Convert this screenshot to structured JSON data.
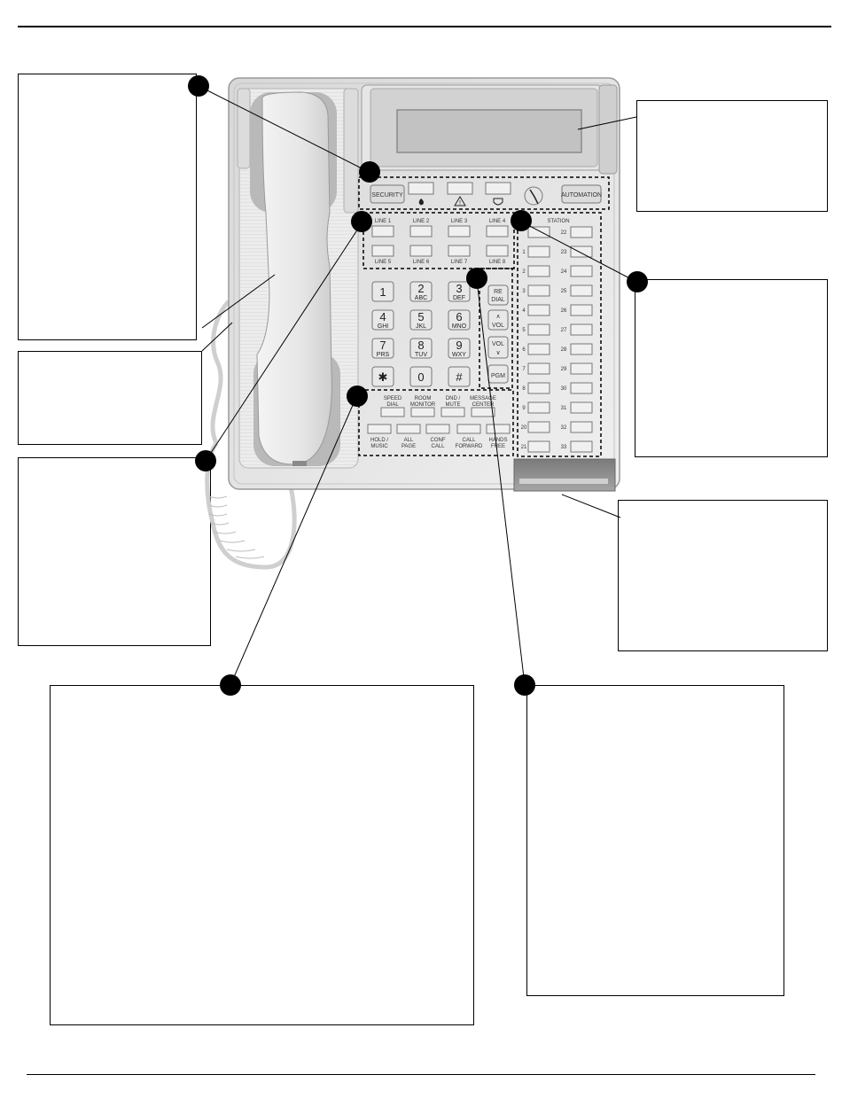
{
  "phone": {
    "top_row": {
      "security": "SECURITY",
      "automation": "AUTOMATION"
    },
    "lines": [
      "LINE 1",
      "LINE 2",
      "LINE 3",
      "LINE 4",
      "LINE 5",
      "LINE 6",
      "LINE 7",
      "LINE 8"
    ],
    "keypad": [
      {
        "digit": "1",
        "letters": ""
      },
      {
        "digit": "2",
        "letters": "ABC"
      },
      {
        "digit": "3",
        "letters": "DEF"
      },
      {
        "digit": "4",
        "letters": "GHI"
      },
      {
        "digit": "5",
        "letters": "JKL"
      },
      {
        "digit": "6",
        "letters": "MNO"
      },
      {
        "digit": "7",
        "letters": "PRS"
      },
      {
        "digit": "8",
        "letters": "TUV"
      },
      {
        "digit": "9",
        "letters": "WXY"
      },
      {
        "digit": "✱",
        "letters": ""
      },
      {
        "digit": "0",
        "letters": ""
      },
      {
        "digit": "#",
        "letters": ""
      }
    ],
    "side_keys": {
      "redial": [
        "RE",
        "DIAL"
      ],
      "vol_up": [
        "∧",
        "VOL"
      ],
      "vol_down": [
        "VOL",
        "∨"
      ],
      "pgm": "PGM"
    },
    "function_keys_top": [
      [
        "SPEED",
        "DIAL"
      ],
      [
        "ROOM",
        "MONITOR"
      ],
      [
        "DND /",
        "MUTE"
      ],
      [
        "MESSAGE",
        "CENTER"
      ]
    ],
    "function_keys_bottom": [
      [
        "HOLD /",
        "MUSIC"
      ],
      [
        "ALL",
        "PAGE"
      ],
      [
        "CONF",
        "CALL"
      ],
      [
        "CALL",
        "FORWARD"
      ],
      [
        "HANDS",
        "FREE"
      ]
    ],
    "station_title": "STATION",
    "station_left": [
      "",
      "1",
      "2",
      "3",
      "4",
      "5",
      "6",
      "7",
      "8",
      "9",
      "20",
      "21"
    ],
    "station_right": [
      "22",
      "23",
      "24",
      "25",
      "26",
      "27",
      "28",
      "29",
      "30",
      "31",
      "32",
      "33"
    ]
  },
  "icons": [
    "fire-icon",
    "warning-icon",
    "shield-icon",
    "clock-icon"
  ]
}
